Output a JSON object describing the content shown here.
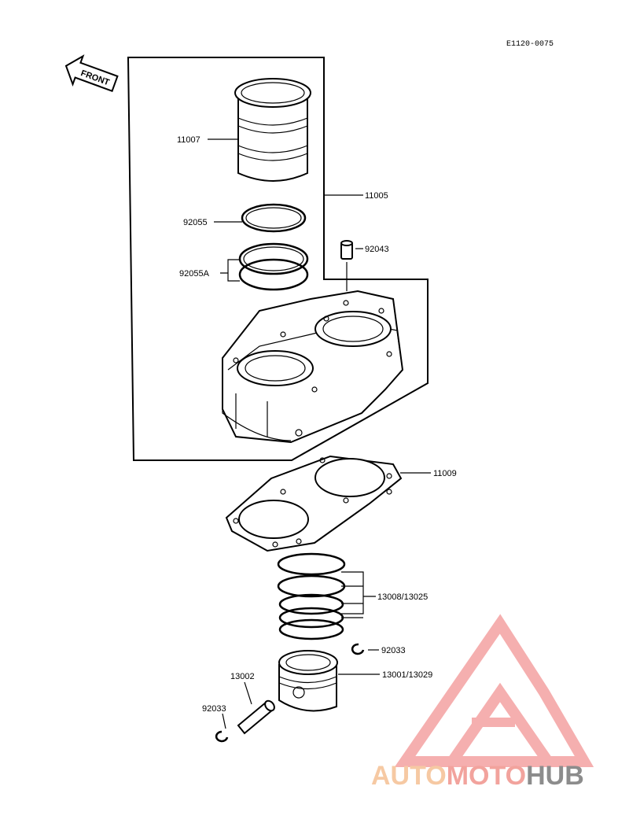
{
  "drawing_code": "E1120-0075",
  "front_label": "FRONT",
  "parts": {
    "sleeve": "11007",
    "cylinder": "11005",
    "oring_small": "92055",
    "oring_large": "92055A",
    "dowel": "92043",
    "gasket": "11009",
    "rings": "13008/13025",
    "clip_right": "92033",
    "piston": "13001/13029",
    "pin": "13002",
    "clip_left": "92033"
  },
  "watermark": {
    "part1": "AUTO",
    "part2": "MOTO",
    "part3": "HUB",
    "color1": "#f6c9a3",
    "color2": "#f2a39d",
    "color3": "#8c8c8c"
  }
}
